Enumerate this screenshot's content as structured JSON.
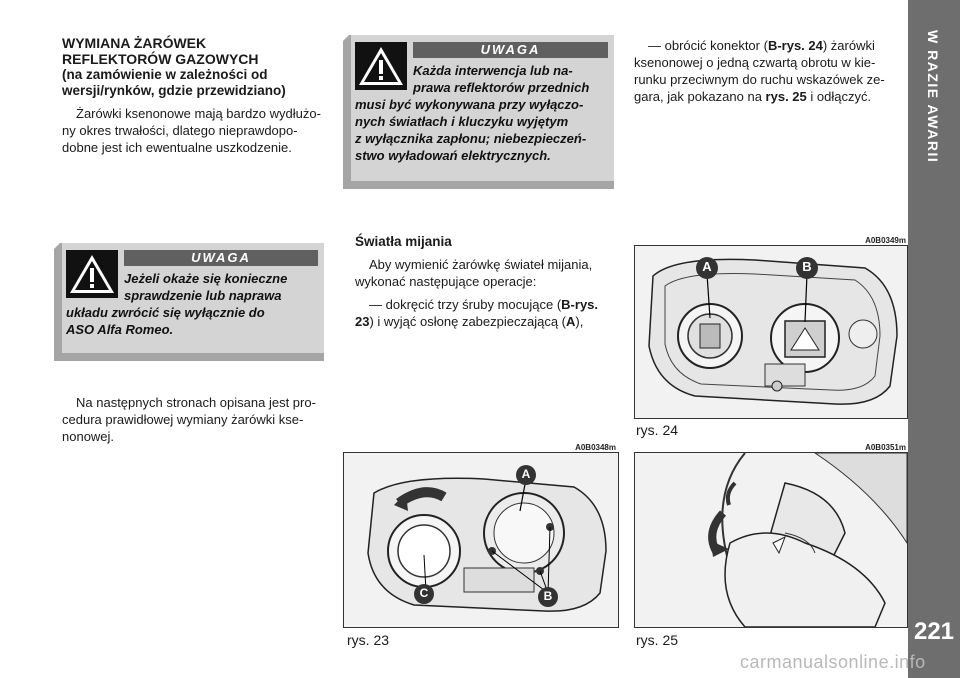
{
  "header": {
    "section_title": "W RAZIE AWARII",
    "page_number": "221"
  },
  "column1": {
    "heading_line1": "WYMIANA ŻARÓWEK",
    "heading_line2": "REFLEKTORÓW GAZOWYCH",
    "heading_sub1": "(na zamówienie w zależności od",
    "heading_sub2": "wersji/rynków, gdzie przewidziano)",
    "paragraph1": [
      "Żarówki ksenonowe mają bardzo wydłużo-",
      "ny okres trwałości, dlatego nieprawdopo-",
      "dobne jest ich ewentualne uszkodzenie."
    ],
    "warning": {
      "label": "UWAGA",
      "lines": [
        "Jeżeli okaże się konieczne",
        "sprawdzenie lub naprawa",
        "układu zwrócić się wyłącznie do",
        "ASO Alfa Romeo."
      ]
    },
    "paragraph2": [
      "Na następnych stronach opisana jest pro-",
      "cedura prawidłowej wymiany żarówki kse-",
      "nonowej."
    ]
  },
  "column2": {
    "warning": {
      "label": "UWAGA",
      "lines": [
        "Każda interwencja lub na-",
        "prawa reflektorów przednich",
        "musi być wykonywana przy wyłączo-",
        "nych światłach i kluczyku wyjętym",
        "z wyłącznika zapłonu; niebezpieczeń-",
        "stwo wyładowań elektrycznych."
      ]
    },
    "subheading": "Światła mijania",
    "paragraph1": [
      "Aby wymienić żarówkę świateł mijania,",
      "wykonać następujące operacje:"
    ],
    "step1_line1_pre": "— dokręcić trzy śruby mocujące (",
    "step1_ref": "B-rys.",
    "step1_line2_ref": "23",
    "step1_line2_mid": ") i wyjąć osłonę zabezpieczającą (",
    "step1_line2_ref2": "A",
    "step1_line2_post": "),"
  },
  "column3": {
    "line1_pre": "— obrócić konektor (",
    "line1_ref": "B-rys. 24",
    "line1_post": ") żarówki",
    "line2": "ksenonowej o jedną czwartą obrotu w kie-",
    "line3": "runku przeciwnym do ruchu wskazówek ze-",
    "line4_pre": "gara, jak pokazano na ",
    "line4_ref": "rys. 25",
    "line4_post": " i odłączyć."
  },
  "figures": {
    "fig23": {
      "code": "A0B0348m",
      "caption": "rys. 23",
      "labels": [
        "A",
        "B",
        "C"
      ]
    },
    "fig24": {
      "code": "A0B0349m",
      "caption": "rys. 24",
      "labels": [
        "A",
        "B"
      ]
    },
    "fig25": {
      "code": "A0B0351m",
      "caption": "rys. 25"
    }
  },
  "footer": {
    "watermark": "carmanualsonline.info"
  },
  "colors": {
    "side_bar": "#6e6e6e",
    "warning_bg": "#d4d4d4",
    "warning_header": "#606060"
  }
}
